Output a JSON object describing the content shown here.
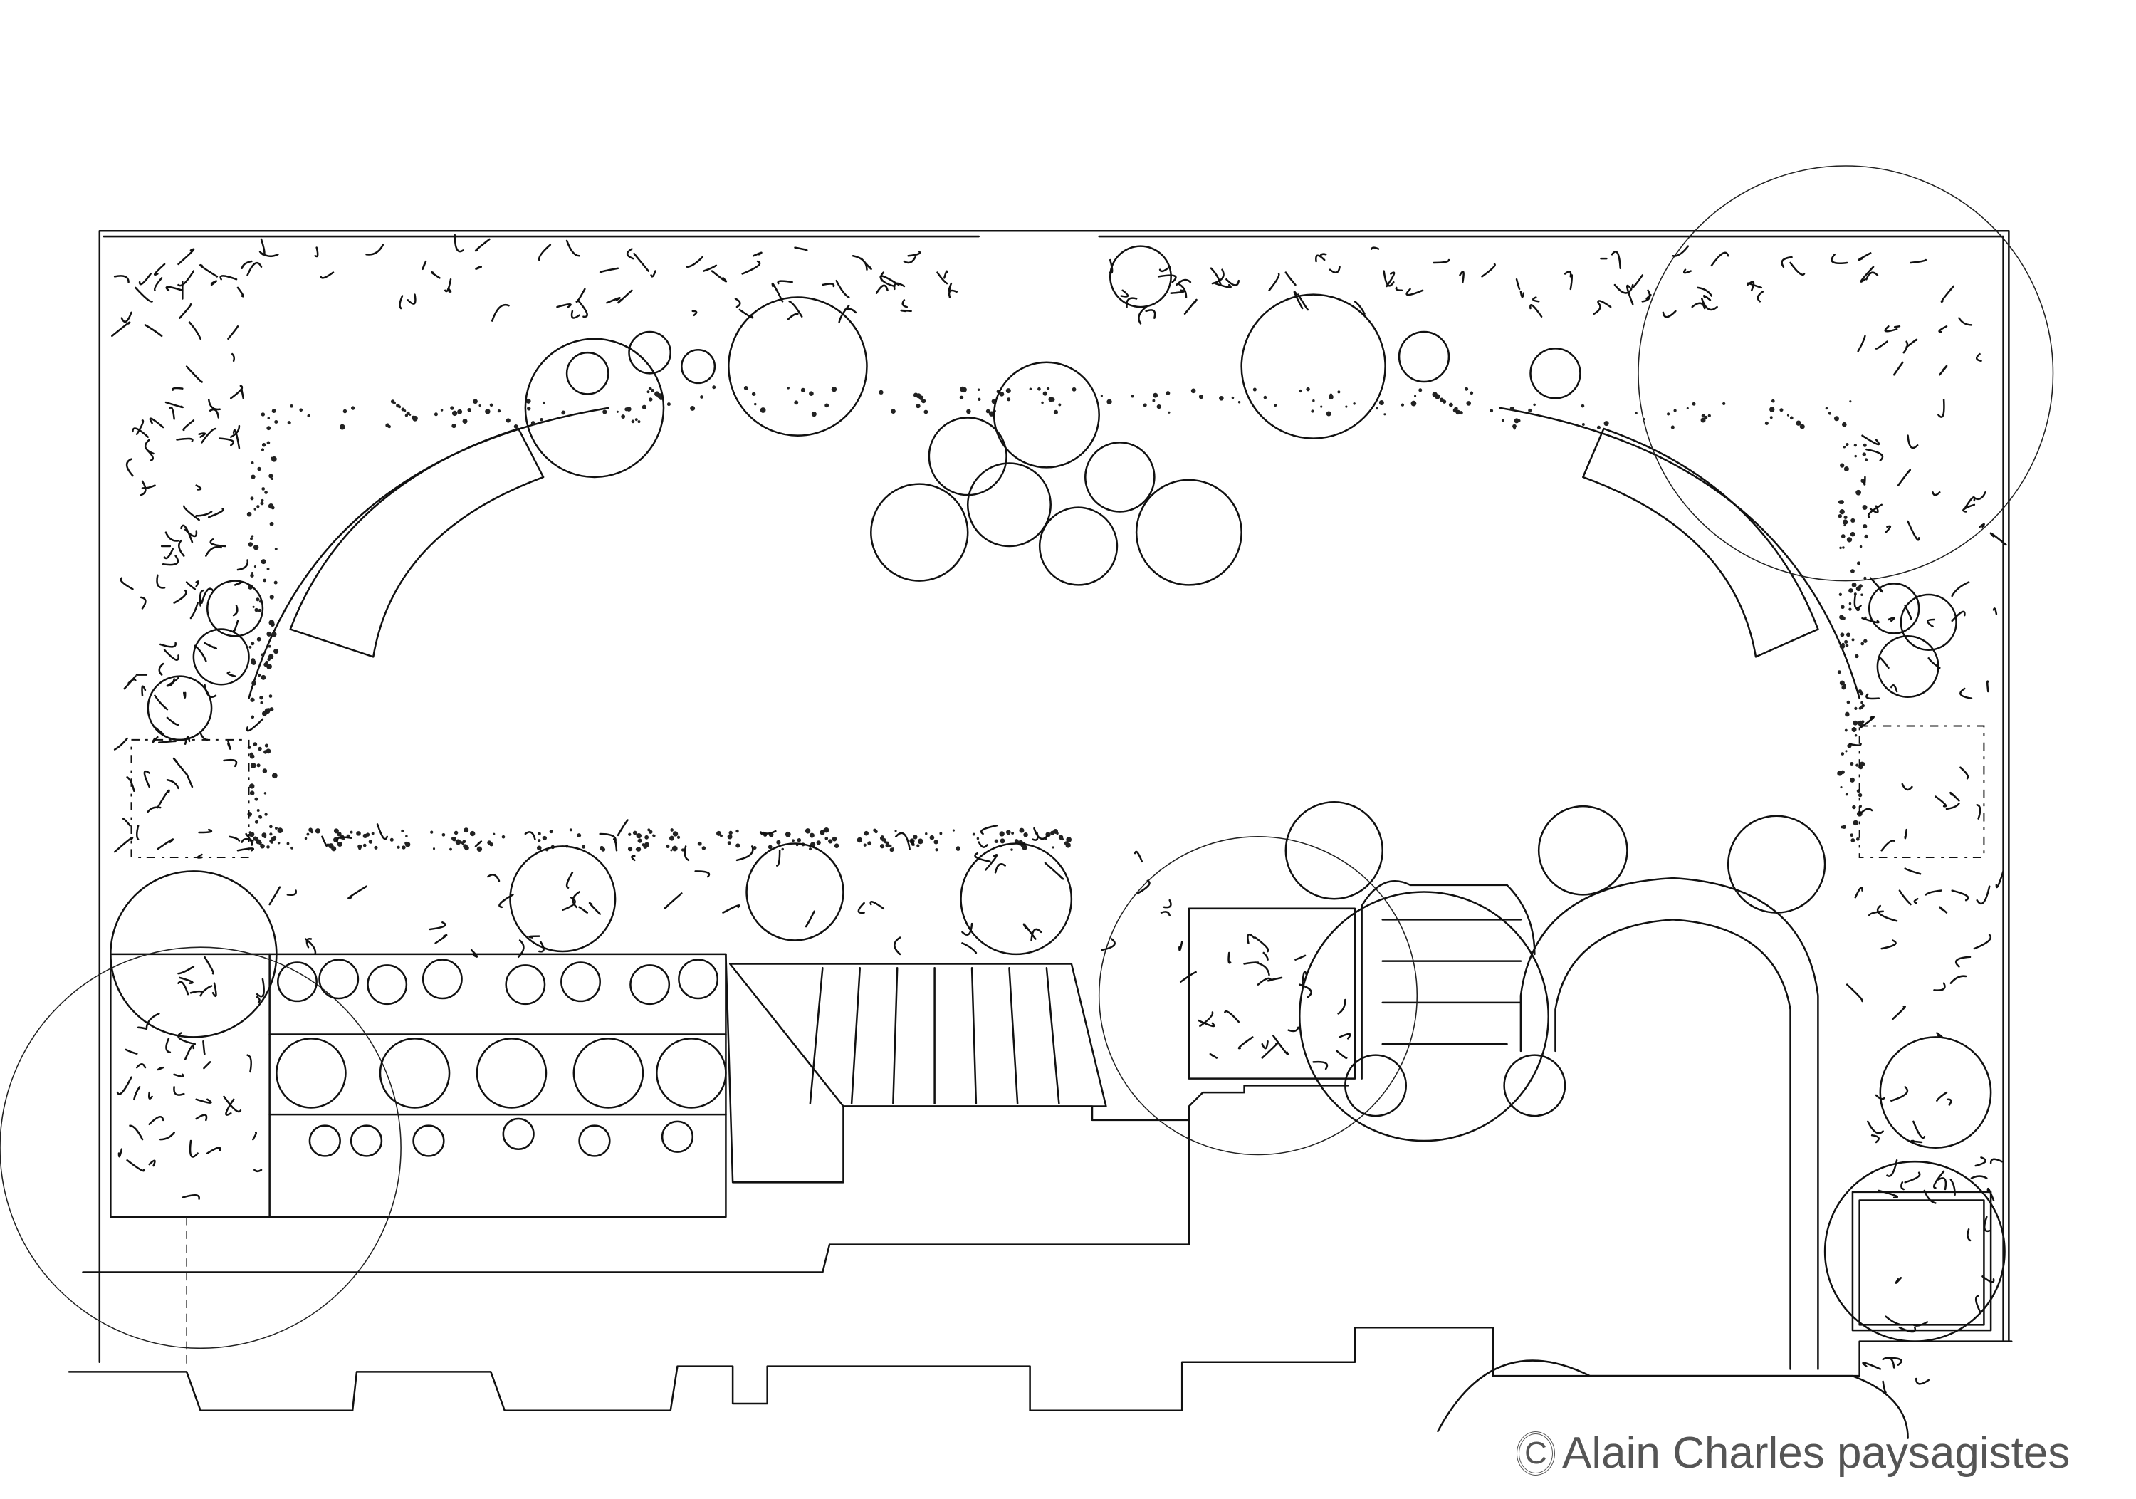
{
  "drawing": {
    "title": "Garden landscape plan",
    "copyright_symbol": "C",
    "credit": "Alain Charles paysagistes",
    "line_color": "#111111",
    "text_color": "#555555"
  }
}
